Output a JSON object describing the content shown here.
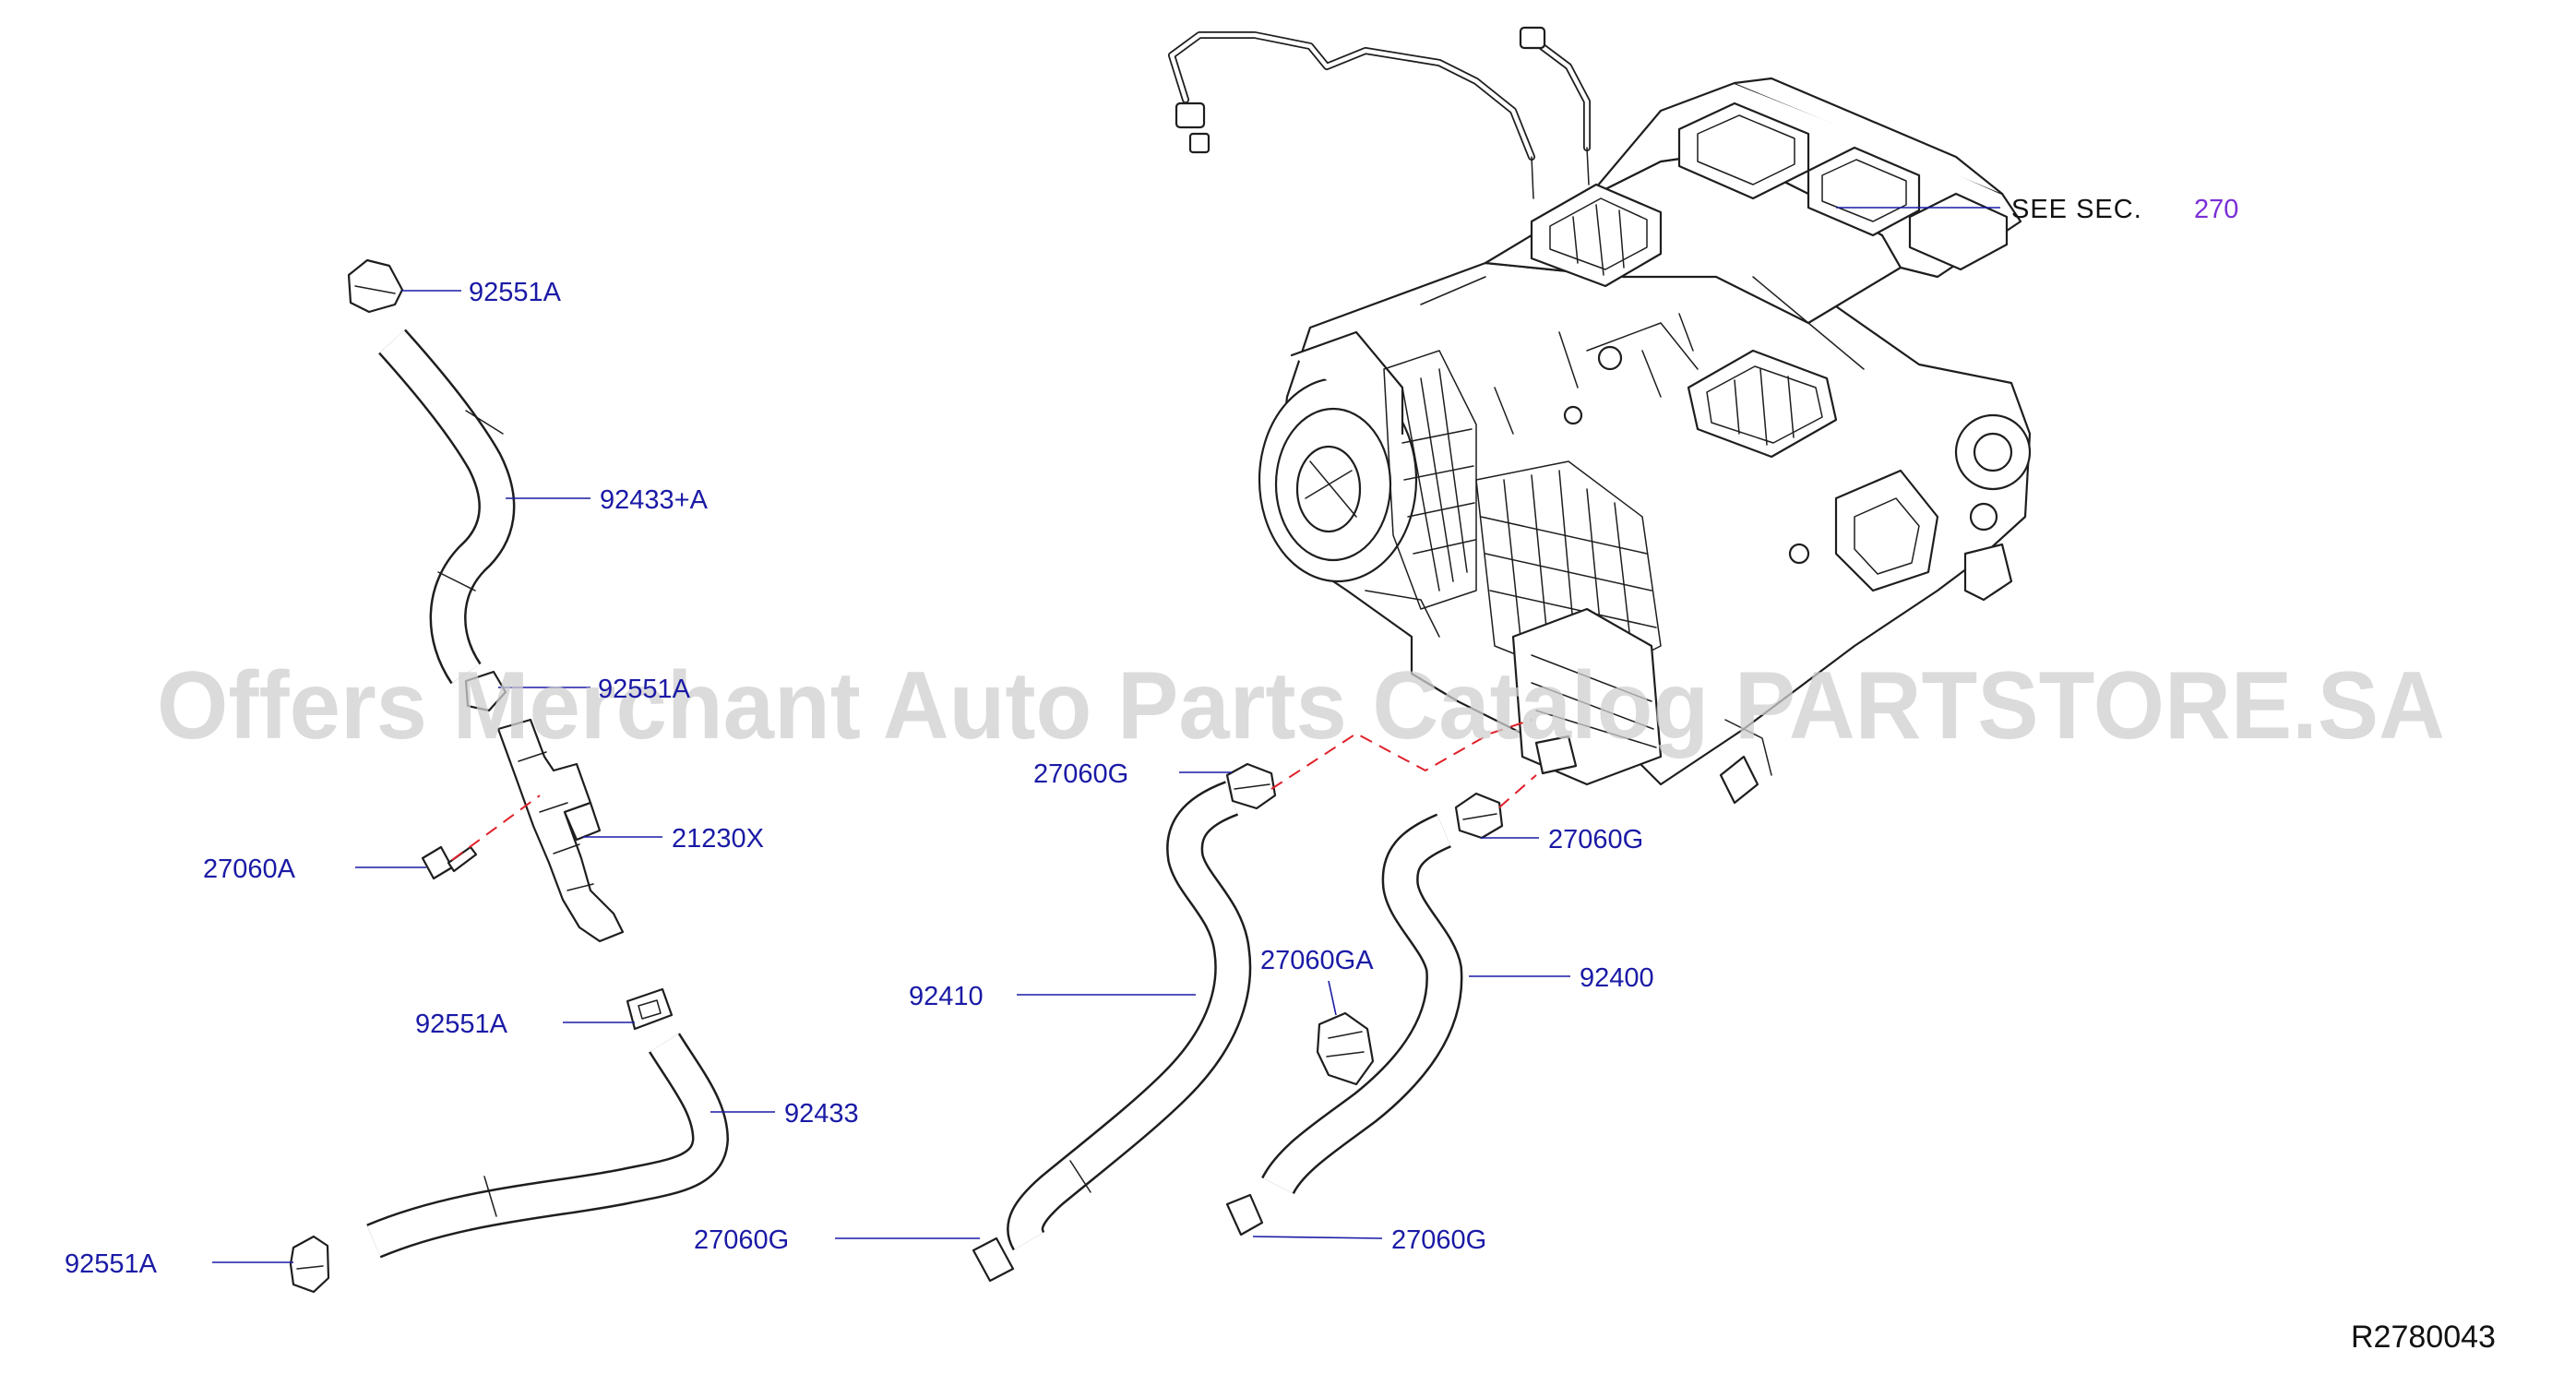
{
  "callouts": {
    "see_sec": "SEE  SEC.",
    "sec_number": "270",
    "c_92551A_top": "92551A",
    "c_92433A": "92433+A",
    "c_92551A_partial": "92551A",
    "c_21230X": "21230X",
    "c_27060A": "27060A",
    "c_92551A_mid": "92551A",
    "c_92433": "92433",
    "c_92551A_bottom": "92551A",
    "c_27060G_upper_left": "27060G",
    "c_27060G_upper_right": "27060G",
    "c_92410": "92410",
    "c_27060GA": "27060GA",
    "c_92400": "92400",
    "c_27060G_lower_left": "27060G",
    "c_27060G_lower_right": "27060G"
  },
  "diagram_ref": "R2780043",
  "watermark": "Offers Merchant Auto Parts Catalog PARTSTORE.SA",
  "colors": {
    "callout": "#1a1aa6",
    "section_link": "#7a2fd6",
    "dashed_line": "#e0202a",
    "line_art": "#1e1e1e",
    "watermark": "#cfcfcf"
  }
}
